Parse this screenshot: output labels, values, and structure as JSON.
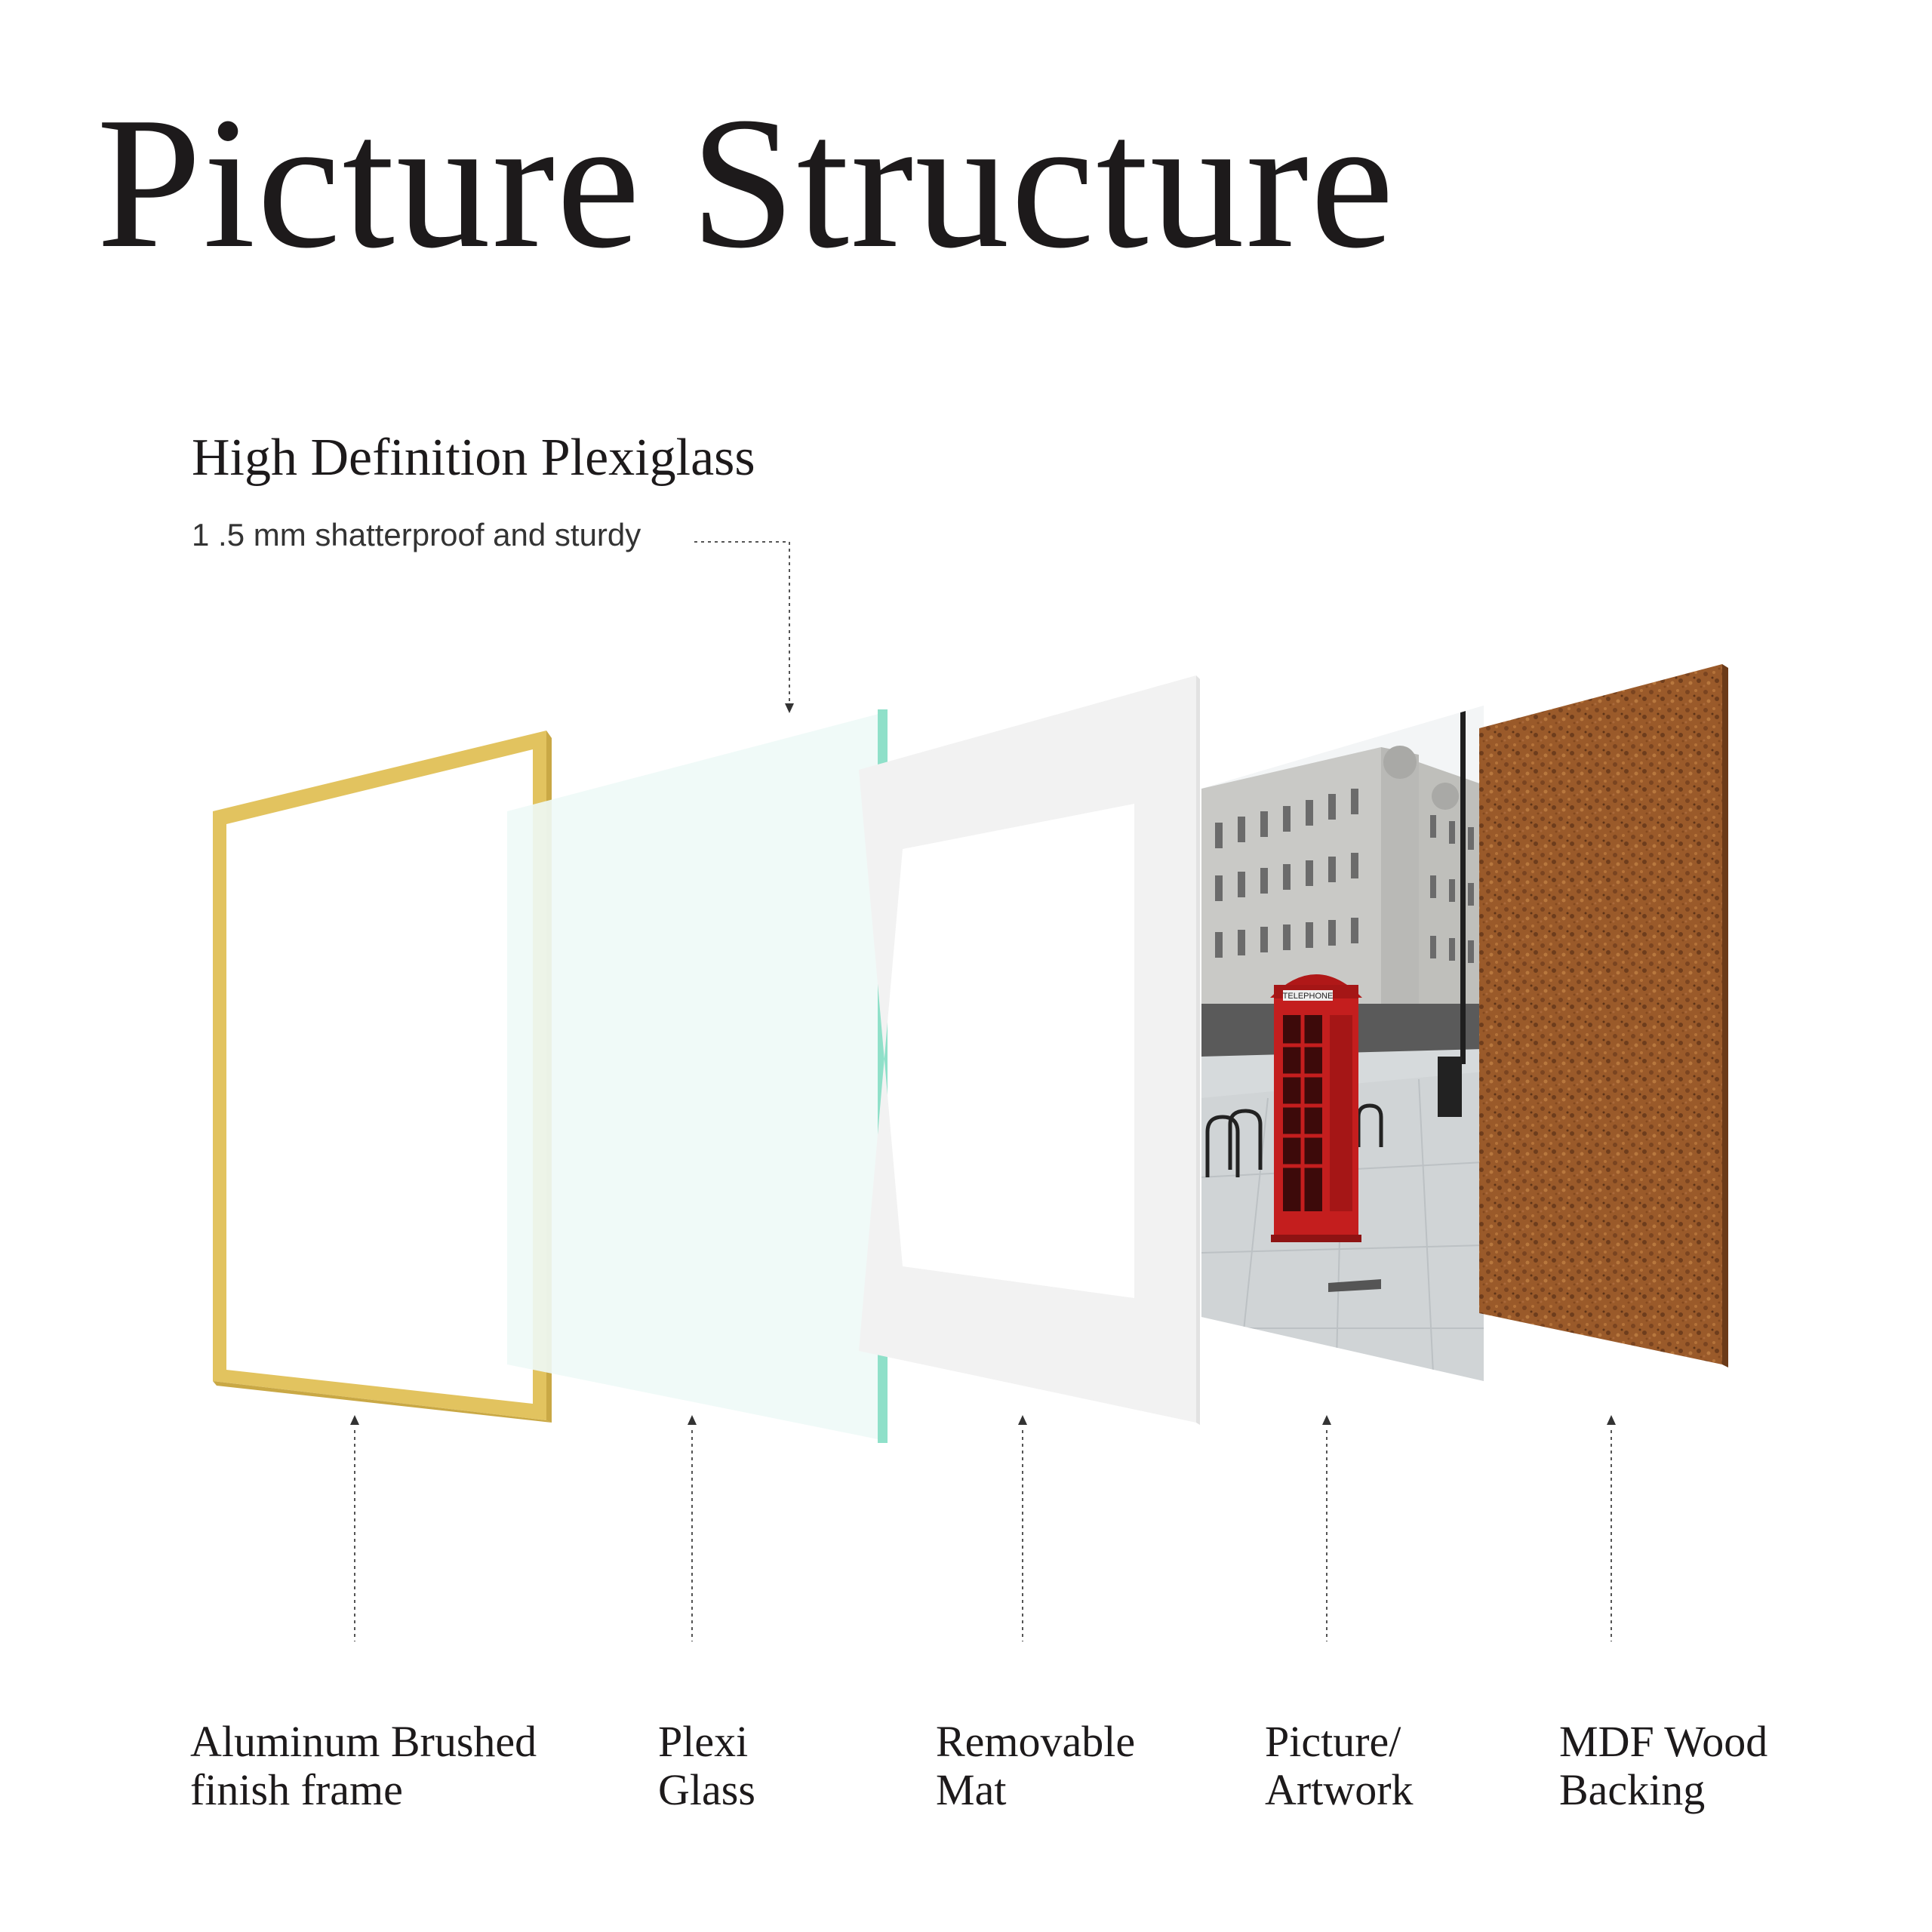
{
  "title": "Picture Structure",
  "callout": {
    "heading": "High Definition Plexiglass",
    "subtext": "1 .5 mm shatterproof and sturdy"
  },
  "layers": [
    {
      "line1": "Aluminum Brushed",
      "line2": "finish frame"
    },
    {
      "line1": "Plexi",
      "line2": "Glass"
    },
    {
      "line1": "Removable",
      "line2": "Mat"
    },
    {
      "line1": "Picture/",
      "line2": "Artwork"
    },
    {
      "line1": "MDF Wood",
      "line2": "Backing"
    }
  ],
  "colors": {
    "frame_gold": "#e2c35f",
    "glass_edge": "#8fe0c9",
    "glass_face": "#eefaf7",
    "mat": "#f2f2f2",
    "phone_box_red": "#c41e1e",
    "cork": "#9a5a2a"
  },
  "artwork_sign": "TELEPHONE"
}
